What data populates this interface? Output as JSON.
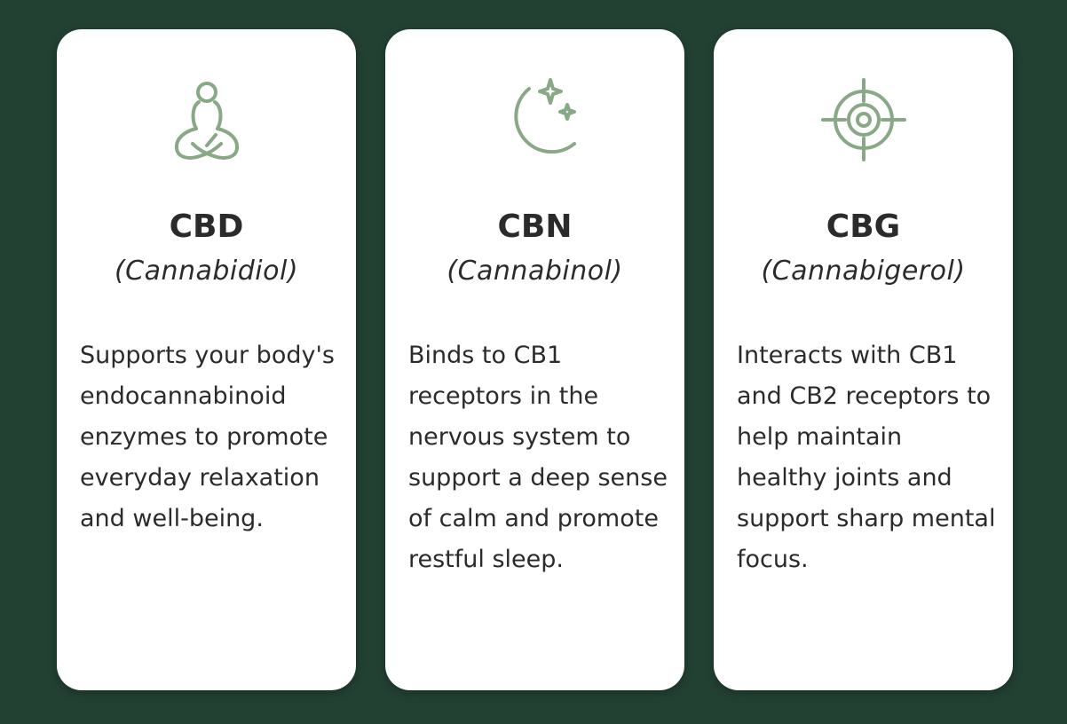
{
  "colors": {
    "background": "#224133",
    "card": "#ffffff",
    "icon": "#88a886",
    "text": "#2b2b2b"
  },
  "cards": [
    {
      "icon": "meditation-icon",
      "name": "CBD",
      "full_name": "(Cannabidiol)",
      "description": "Supports your body's endocannabinoid enzymes to promote everyday relaxation and well-being."
    },
    {
      "icon": "moon-stars-icon",
      "name": "CBN",
      "full_name": "(Cannabinol)",
      "description": "Binds to CB1 receptors in the nervous system to support a deep sense of calm and promote restful sleep."
    },
    {
      "icon": "target-icon",
      "name": "CBG",
      "full_name": "(Cannabigerol)",
      "description": "Interacts with CB1 and CB2 receptors to help maintain healthy joints and support sharp mental focus."
    }
  ]
}
